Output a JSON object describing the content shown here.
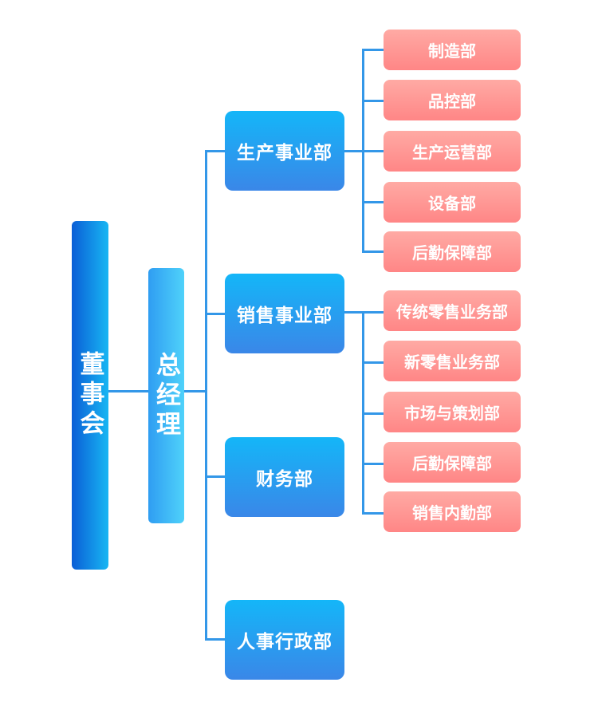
{
  "board": {
    "label": "董事会"
  },
  "general_manager": {
    "label": "总经理"
  },
  "divisions": [
    {
      "label": "生产事业部",
      "children": [
        "制造部",
        "品控部",
        "生产运营部",
        "设备部",
        "后勤保障部"
      ]
    },
    {
      "label": "销售事业部",
      "children": [
        "传统零售业务部",
        "新零售业务部",
        "市场与策划部",
        "后勤保障部",
        "销售内勤部"
      ]
    },
    {
      "label": "财务部",
      "children": []
    },
    {
      "label": "人事行政部",
      "children": []
    }
  ],
  "colors": {
    "connector": "#3397e8",
    "board_gradient": [
      "#0a5ed6",
      "#18b6f3"
    ],
    "gm_gradient": [
      "#2f9df2",
      "#4fd2fa"
    ],
    "division_gradient": [
      "#14b6f8",
      "#3a87e8"
    ],
    "department_gradient": [
      "#ffaaa4",
      "#ff8686"
    ]
  }
}
